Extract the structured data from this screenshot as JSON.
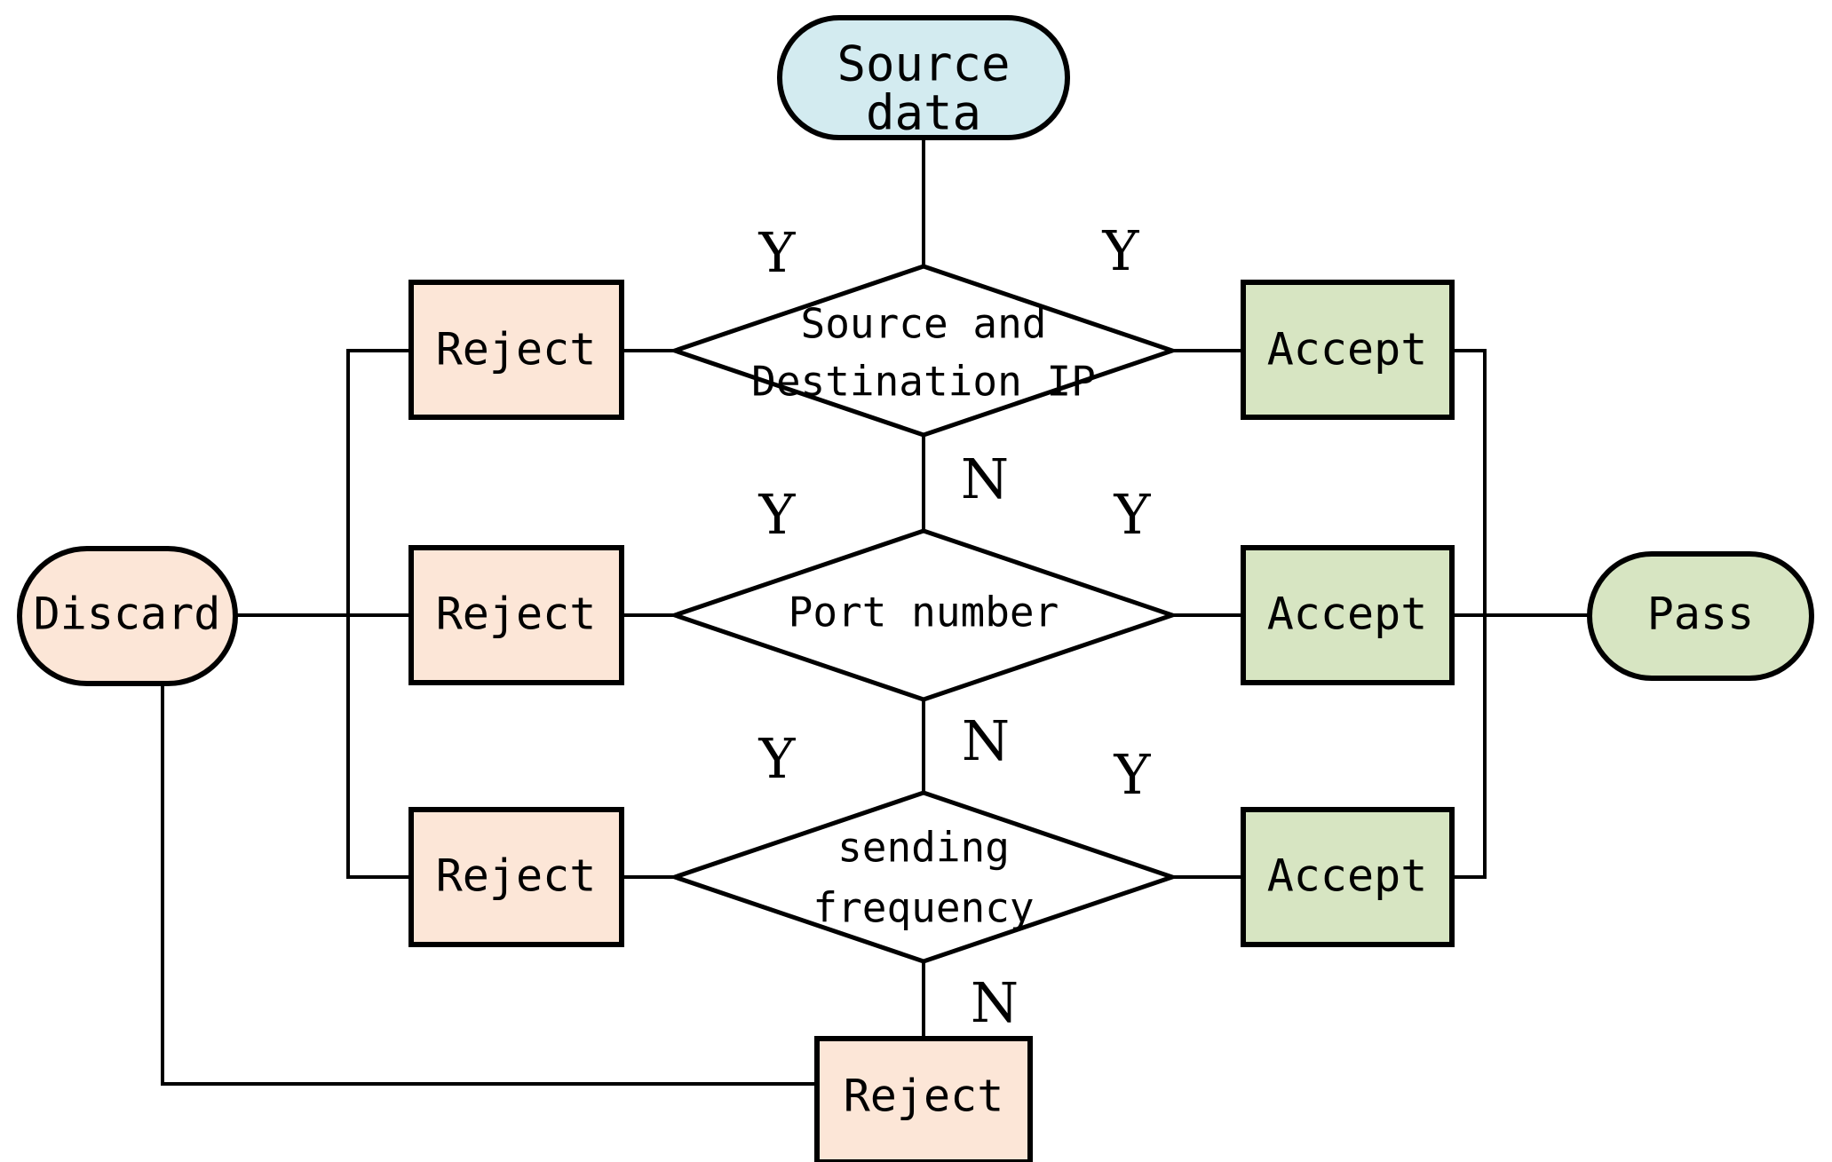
{
  "diagram": {
    "title": "Packet filtering firewall decision flowchart",
    "type": "flowchart",
    "colors": {
      "source_fill": "#d3ebf0",
      "reject_fill": "#fce6d7",
      "accept_fill": "#d7e5c2",
      "discard_fill": "#fce6d7",
      "pass_fill": "#d7e5c2",
      "stroke": "#000000",
      "background": "#ffffff"
    },
    "nodes": {
      "source": {
        "label_line1": "Source",
        "label_line2": "data",
        "shape": "stadium"
      },
      "decision1": {
        "label_line1": "Source and",
        "label_line2": "Destination IP",
        "shape": "diamond"
      },
      "decision2": {
        "label_line1": "Port number",
        "label_line2": "",
        "shape": "diamond"
      },
      "decision3": {
        "label_line1": "sending",
        "label_line2": "frequency",
        "shape": "diamond"
      },
      "reject1": {
        "label": "Reject",
        "shape": "rect"
      },
      "reject2": {
        "label": "Reject",
        "shape": "rect"
      },
      "reject3": {
        "label": "Reject",
        "shape": "rect"
      },
      "reject4": {
        "label": "Reject",
        "shape": "rect"
      },
      "accept1": {
        "label": "Accept",
        "shape": "rect"
      },
      "accept2": {
        "label": "Accept",
        "shape": "rect"
      },
      "accept3": {
        "label": "Accept",
        "shape": "rect"
      },
      "discard": {
        "label": "Discard",
        "shape": "stadium"
      },
      "pass": {
        "label": "Pass",
        "shape": "stadium"
      }
    },
    "branch_labels": {
      "d1_left": "Y",
      "d1_right": "Y",
      "d1_down": "N",
      "d2_left": "Y",
      "d2_right": "Y",
      "d2_down": "N",
      "d3_left": "Y",
      "d3_right": "Y",
      "d3_down": "N"
    }
  }
}
